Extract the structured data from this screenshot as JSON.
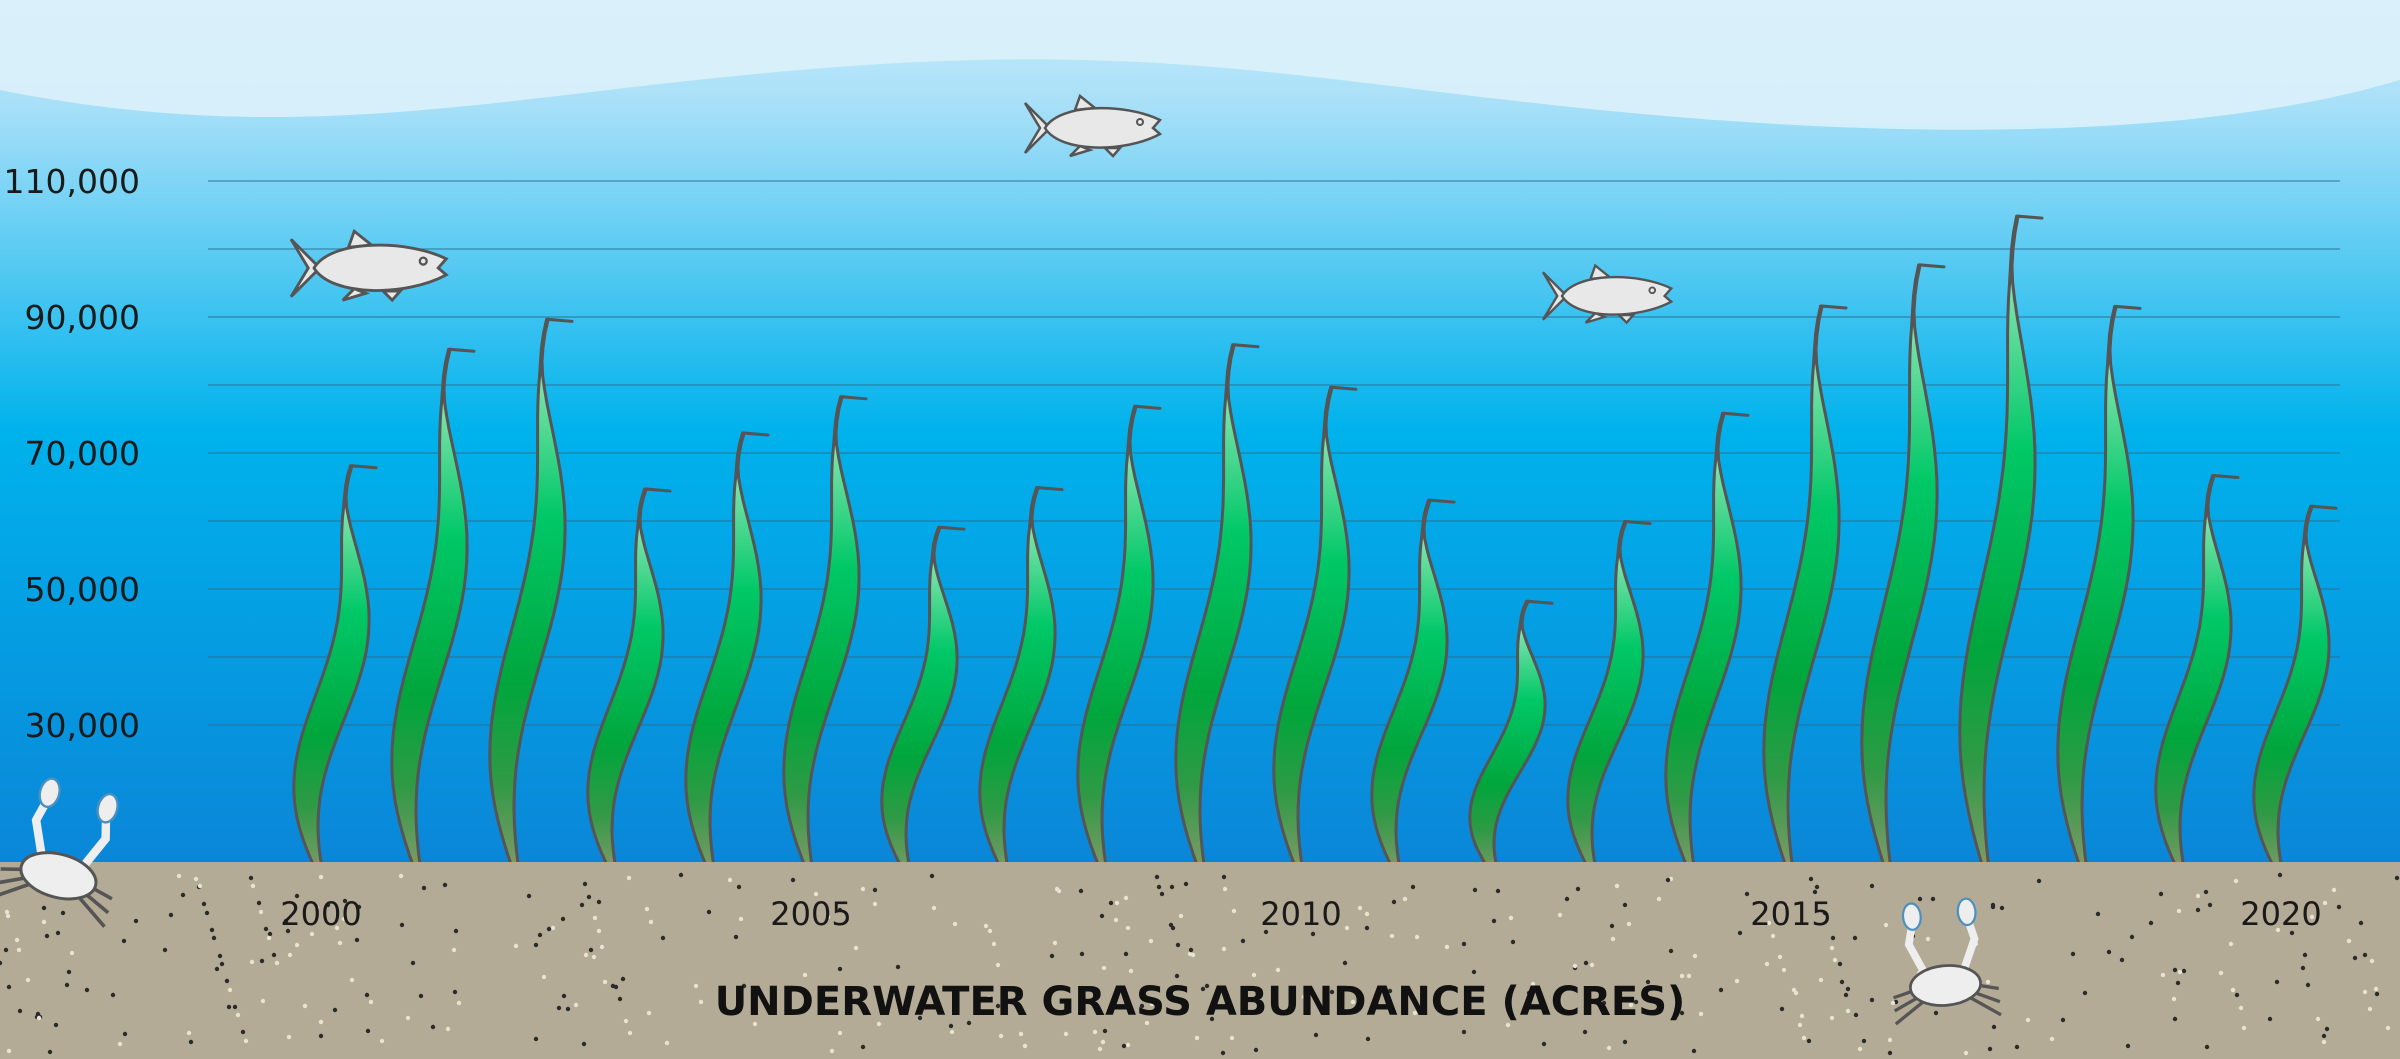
{
  "chart_data": {
    "type": "bar",
    "title": "UNDERWATER GRASS ABUNDANCE (ACRES)",
    "xlabel": "",
    "ylabel": "",
    "ylim": [
      10000,
      110000
    ],
    "grid": true,
    "y_ticks": [
      "30,000",
      "50,000",
      "70,000",
      "90,000",
      "110,000"
    ],
    "y_tick_values": [
      30000,
      50000,
      70000,
      90000,
      110000
    ],
    "x_tick_labels": [
      "2000",
      "2005",
      "2010",
      "2015",
      "2020"
    ],
    "x_tick_years": [
      2000,
      2005,
      2010,
      2015,
      2020
    ],
    "categories": [
      2000,
      2001,
      2002,
      2003,
      2004,
      2005,
      2006,
      2007,
      2008,
      2009,
      2010,
      2011,
      2012,
      2013,
      2014,
      2015,
      2016,
      2017,
      2018,
      2019,
      2020
    ],
    "values": [
      68126,
      85252,
      89659,
      64709,
      72935,
      78263,
      59090,
      64917,
      76861,
      85914,
      79664,
      63074,
      48195,
      59927,
      75835,
      91621,
      97668,
      104843,
      91559,
      66684,
      62169
    ]
  },
  "colors": {
    "water_top": "#a8e0f8",
    "water_mid": "#00b2ec",
    "water_bottom": "#0a86d8",
    "sand": "#b4ab96",
    "grass_light": "#b4ecc8",
    "grass_mid": "#00c25a",
    "grass_dark": "#5b8a5a"
  }
}
